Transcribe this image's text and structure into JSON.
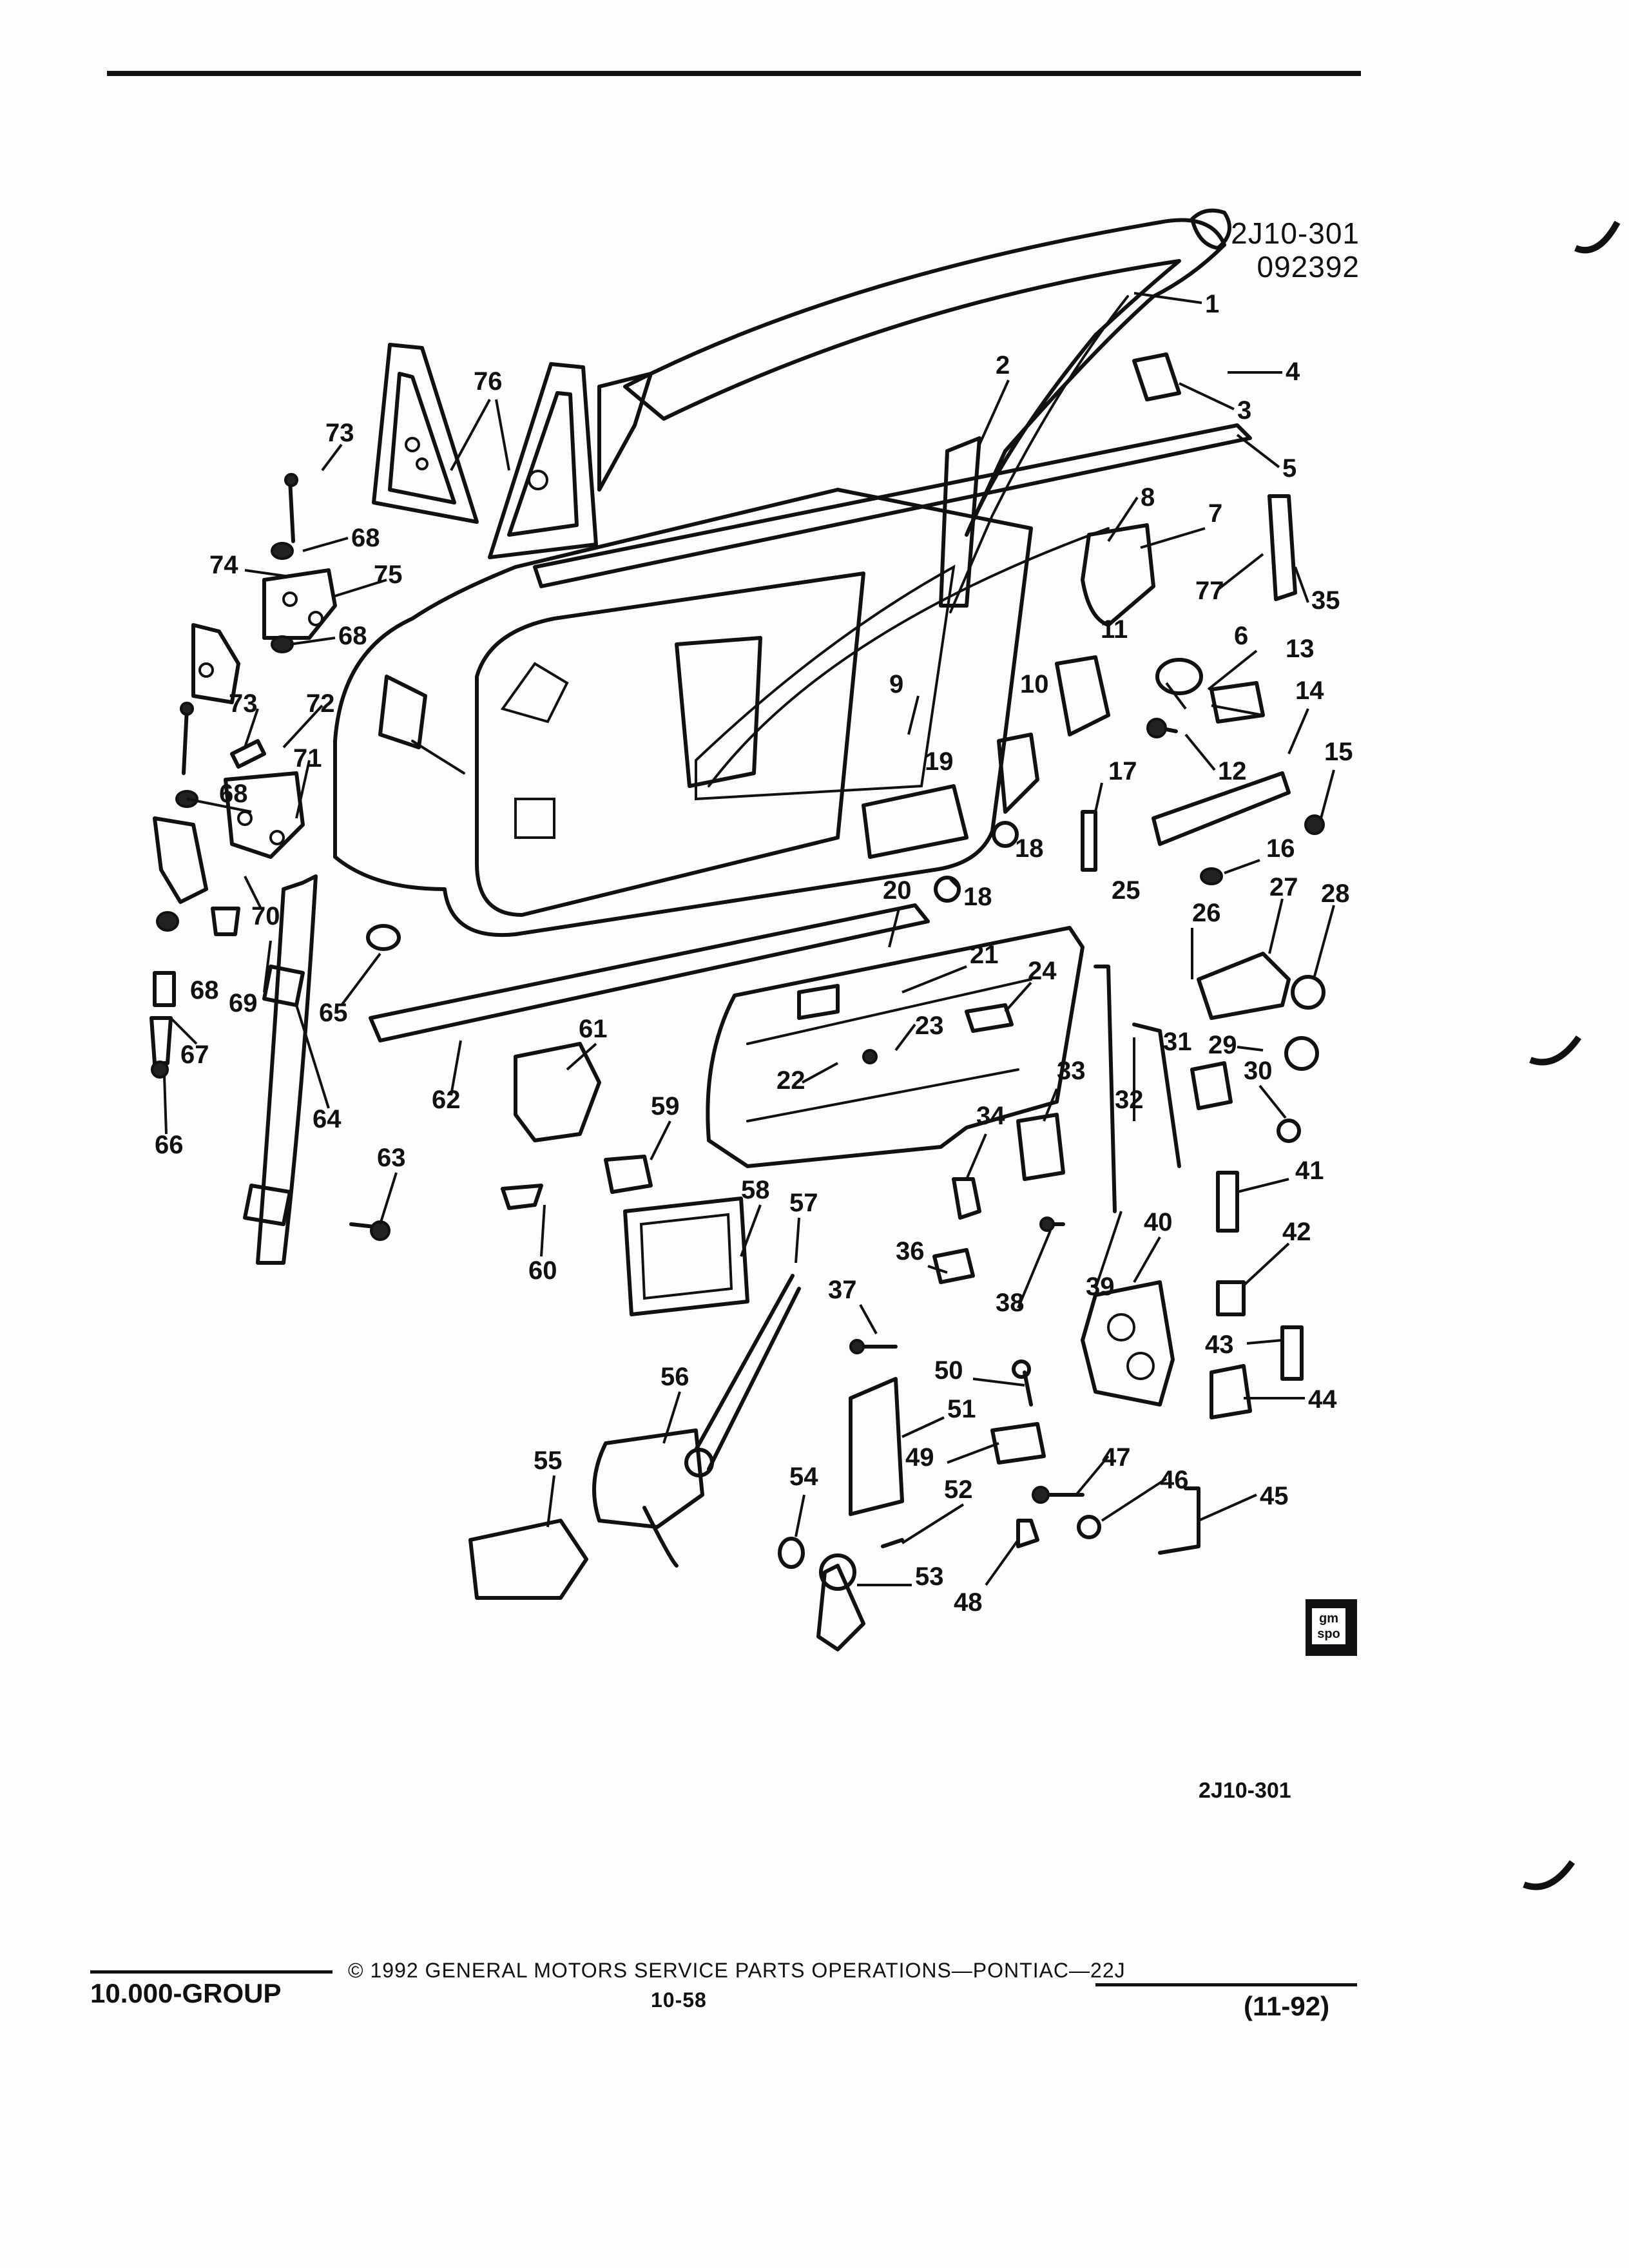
{
  "ref_code_1": "2J10-301",
  "ref_code_2": "092392",
  "bottom_ref": "2J10-301",
  "footer": {
    "copyright": "© 1992 GENERAL MOTORS SERVICE PARTS OPERATIONS—PONTIAC—22J",
    "group": "10.000-GROUP",
    "page": "10-58",
    "date": "(11-92)"
  },
  "logo_text": "gm spo",
  "callouts": [
    {
      "n": "1"
    },
    {
      "n": "2"
    },
    {
      "n": "3"
    },
    {
      "n": "4"
    },
    {
      "n": "5"
    },
    {
      "n": "6"
    },
    {
      "n": "7"
    },
    {
      "n": "8"
    },
    {
      "n": "9"
    },
    {
      "n": "10"
    },
    {
      "n": "11"
    },
    {
      "n": "12"
    },
    {
      "n": "13"
    },
    {
      "n": "14"
    },
    {
      "n": "15"
    },
    {
      "n": "16"
    },
    {
      "n": "17"
    },
    {
      "n": "18"
    },
    {
      "n": "18"
    },
    {
      "n": "19"
    },
    {
      "n": "20"
    },
    {
      "n": "21"
    },
    {
      "n": "22"
    },
    {
      "n": "23"
    },
    {
      "n": "24"
    },
    {
      "n": "25"
    },
    {
      "n": "26"
    },
    {
      "n": "27"
    },
    {
      "n": "28"
    },
    {
      "n": "29"
    },
    {
      "n": "30"
    },
    {
      "n": "31"
    },
    {
      "n": "32"
    },
    {
      "n": "33"
    },
    {
      "n": "34"
    },
    {
      "n": "35"
    },
    {
      "n": "36"
    },
    {
      "n": "37"
    },
    {
      "n": "38"
    },
    {
      "n": "39"
    },
    {
      "n": "40"
    },
    {
      "n": "41"
    },
    {
      "n": "42"
    },
    {
      "n": "43"
    },
    {
      "n": "44"
    },
    {
      "n": "45"
    },
    {
      "n": "46"
    },
    {
      "n": "47"
    },
    {
      "n": "48"
    },
    {
      "n": "49"
    },
    {
      "n": "50"
    },
    {
      "n": "51"
    },
    {
      "n": "52"
    },
    {
      "n": "53"
    },
    {
      "n": "54"
    },
    {
      "n": "55"
    },
    {
      "n": "56"
    },
    {
      "n": "57"
    },
    {
      "n": "58"
    },
    {
      "n": "59"
    },
    {
      "n": "60"
    },
    {
      "n": "61"
    },
    {
      "n": "62"
    },
    {
      "n": "63"
    },
    {
      "n": "64"
    },
    {
      "n": "65"
    },
    {
      "n": "66"
    },
    {
      "n": "67"
    },
    {
      "n": "68"
    },
    {
      "n": "68"
    },
    {
      "n": "68"
    },
    {
      "n": "68"
    },
    {
      "n": "69"
    },
    {
      "n": "70"
    },
    {
      "n": "71"
    },
    {
      "n": "72"
    },
    {
      "n": "73"
    },
    {
      "n": "73"
    },
    {
      "n": "74"
    },
    {
      "n": "75"
    },
    {
      "n": "76"
    },
    {
      "n": "77"
    }
  ]
}
